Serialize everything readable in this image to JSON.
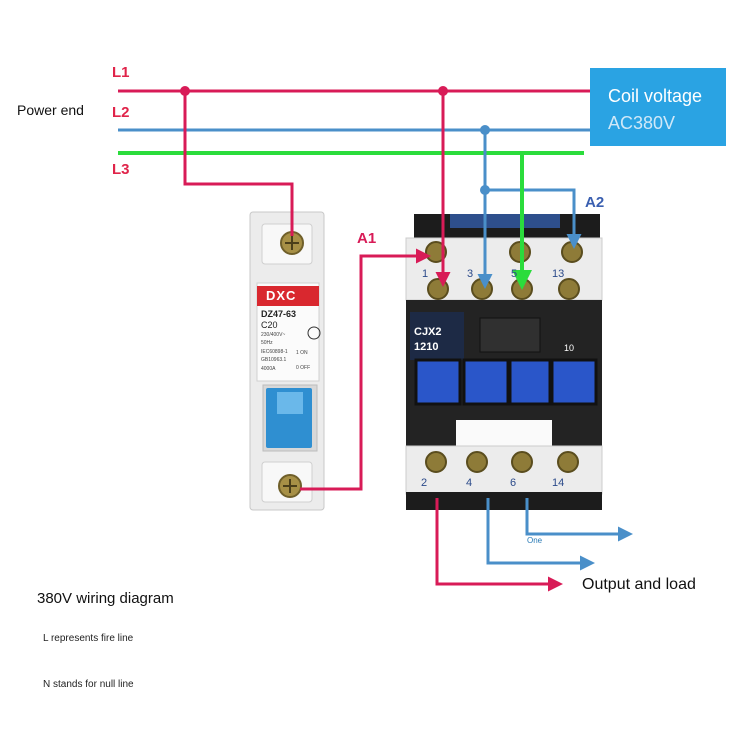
{
  "power": {
    "label": "Power end",
    "lines": [
      "L1",
      "L2",
      "L3"
    ],
    "colors": {
      "L1": "#d81b57",
      "L2": "#4a8fc9",
      "L3": "#2bdc3c"
    }
  },
  "coil": {
    "title": "Coil voltage",
    "value": "AC380V"
  },
  "terminals": {
    "a1": "A1",
    "a2": "A2"
  },
  "breaker": {
    "brand": "DXC",
    "model": "DZ47-63",
    "rating": "C20",
    "spec_lines": [
      "230/400V~",
      "50Hz",
      "IEC60898-1",
      "GB10963.1",
      "4000A"
    ],
    "on_label": "1 ON",
    "off_label": "0 OFF"
  },
  "contactor": {
    "model": "CJX2",
    "rating": "1210",
    "aux": "10",
    "top_terminals": [
      "1",
      "3",
      "5",
      "13"
    ],
    "bottom_terminals": [
      "2",
      "4",
      "6",
      "14"
    ]
  },
  "output": {
    "label": "Output and load",
    "sub": "One"
  },
  "notes": {
    "title": "380V wiring diagram",
    "l_line": "L represents fire line",
    "n_line": "N stands for null line"
  }
}
